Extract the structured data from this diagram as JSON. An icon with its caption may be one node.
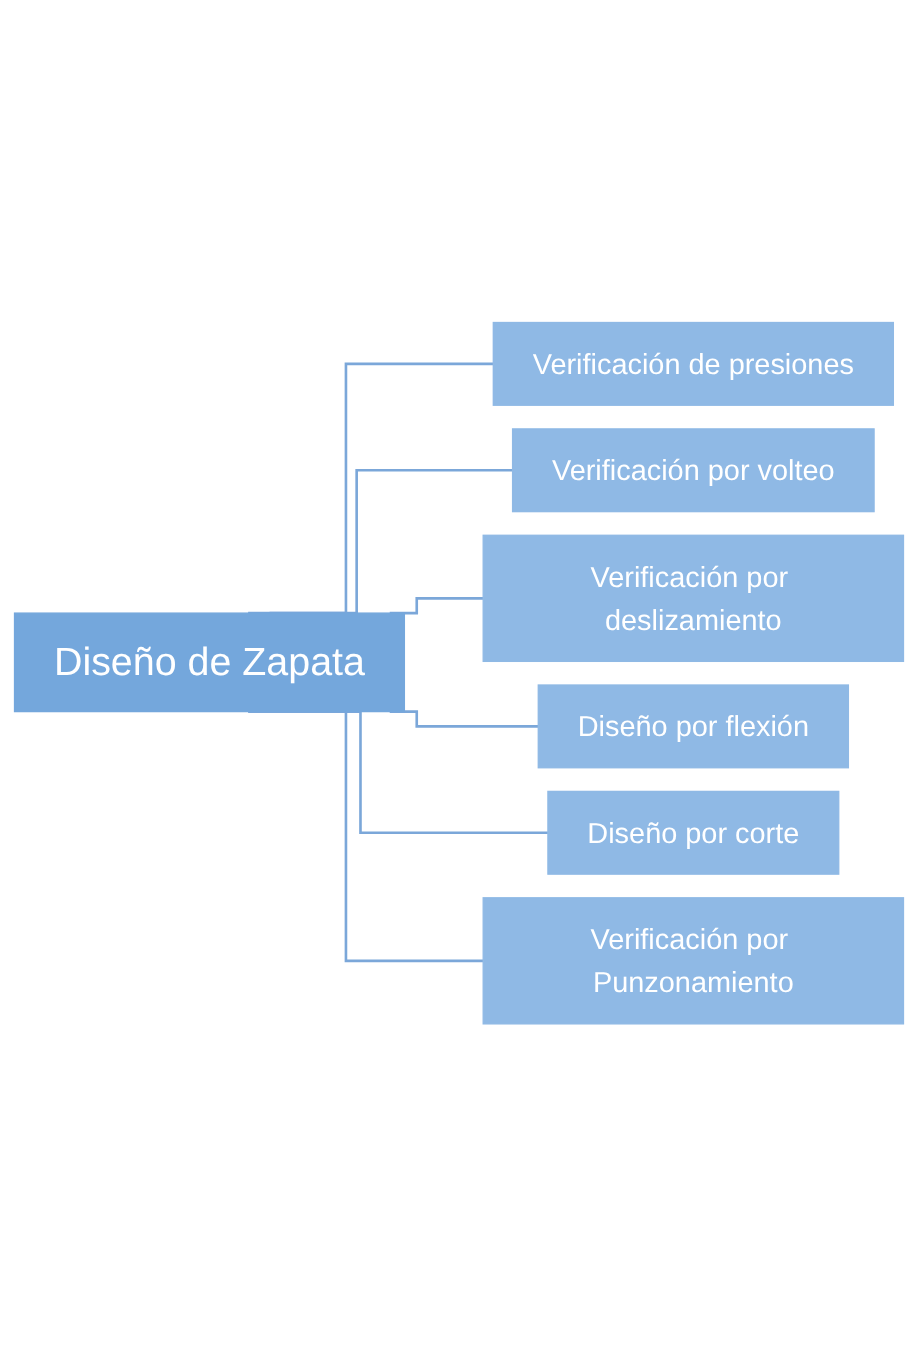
{
  "diagram": {
    "nodes": [
      {
        "text": [
          "Diseño de Zapata"
        ]
      },
      {
        "text": [
          "Verificación de presiones"
        ]
      },
      {
        "text": [
          "Verificación por volteo"
        ]
      },
      {
        "text": [
          "Verificación por deslizamiento"
        ]
      },
      {
        "text": [
          "Diseño por flexión"
        ]
      },
      {
        "text": [
          "Diseño por corte"
        ]
      },
      {
        "text": [
          "Verificación por Punzonamiento"
        ]
      }
    ],
    "edges": [
      {
        "from": 0,
        "to": 1,
        "arrow": "none"
      },
      {
        "from": 0,
        "to": 2,
        "arrow": "none"
      },
      {
        "from": 0,
        "to": 3,
        "arrow": "none"
      },
      {
        "from": 0,
        "to": 4,
        "arrow": "none"
      },
      {
        "from": 0,
        "to": 5,
        "arrow": "none"
      },
      {
        "from": 0,
        "to": 6,
        "arrow": "none"
      }
    ]
  }
}
